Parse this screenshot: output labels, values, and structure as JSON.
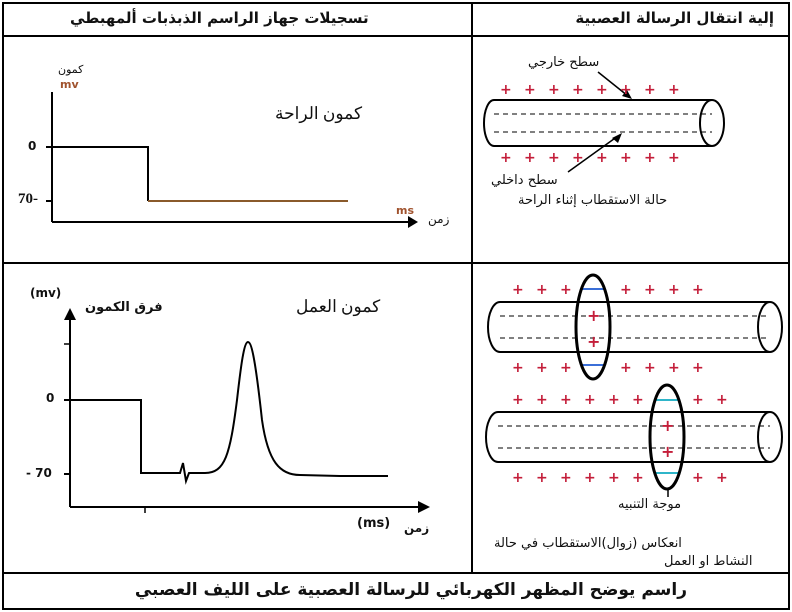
{
  "headers": {
    "right": "إلية انتقال الرسالة العصبية",
    "left": "تسجيلات جهاز الراسم الذبذبات ألمهبطي"
  },
  "resting_graph": {
    "title": "كمون الراحة",
    "y_axis_label": "كمون",
    "y_unit": "mv",
    "x_axis_label": "زمن",
    "x_unit": "ms",
    "tick_zero": "0",
    "tick_minus70": "70-"
  },
  "action_graph": {
    "title": "كمون العمل",
    "y_unit": "(mv)",
    "y_axis_label": "فرق الكمون",
    "x_axis_label": "زمن",
    "x_unit": "(ms)",
    "tick_zero": "0",
    "tick_minus70": "- 70"
  },
  "resting_fiber": {
    "outer_surface_label": "سطح خارجي",
    "inner_surface_label": "سطح داخلي",
    "state_label": "حالة الاستقطاب إثناء الراحة"
  },
  "action_fiber": {
    "wave_label": "موجة التنبيه",
    "state_label_line1": "انعكاس (زوال)الاستقطاب في حالة",
    "state_label_line2": "النشاط او العمل"
  },
  "caption": "راسم يوضح المظهر الكهربائي للرسالة العصبية على الليف العصبي",
  "colors": {
    "grid": "#000000",
    "resting_trace": "#8a5a2b",
    "unit_brown": "#a0522d",
    "plus_red": "#c41e3a",
    "blue_mark": "#3b6fd8",
    "cyan_mark": "#2fb5c9"
  },
  "icons": [
    "plus-charge-icon",
    "arrow-icon"
  ]
}
